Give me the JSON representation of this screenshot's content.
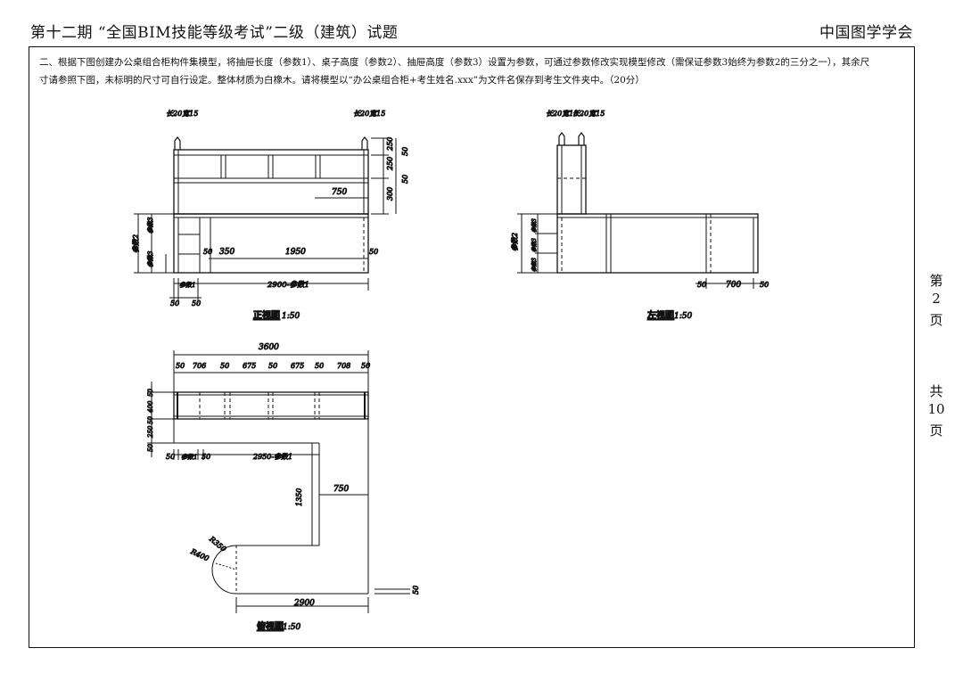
{
  "header": {
    "title": "第十二期 “全国BIM技能等级考试”二级（建筑）试题",
    "organization": "中国图学学会"
  },
  "question": {
    "line1": "二、根据下图创建办公桌组合柜构件集模型，将抽屉长度（参数1）、桌子高度（参数2）、抽屉高度（参数3）设置为参数，可通过参数修改实现模型修改（需保证参数3始终为参数2的三分之一），其余尺",
    "line2": "寸请参照下图，未标明的尺寸可自行设定。整体材质为白橡木。请将模型以“办公桌组合柜+考生姓名.xxx”为文件名保存到考生文件夹中。（20分）"
  },
  "page_info": {
    "page_label": [
      "第",
      "2",
      "页"
    ],
    "total_label": [
      "共",
      "10",
      "页"
    ]
  },
  "views": {
    "front": {
      "caption": "正视图",
      "scale": "1:50",
      "dims": {
        "hinge_left": "长20宽15",
        "hinge_right": "长20宽15",
        "h1": "250",
        "h2": "250",
        "h3": "300",
        "side_50a": "50",
        "side_50b": "50",
        "span_750": "750",
        "d50a": "50",
        "d350": "350",
        "d1950": "1950",
        "d50b": "50",
        "total": "2900-参数1",
        "param1": "参数1",
        "b50a": "50",
        "b50b": "50",
        "param2": "参数2",
        "param3": "参数3",
        "param3b": "参数3"
      }
    },
    "left": {
      "caption": "左视图",
      "scale": "1:50",
      "dims": {
        "hinge": "长20宽15",
        "hinge2": "长20宽15",
        "param2": "参数2",
        "p3a": "参数3",
        "p3b": "参数3",
        "p3c": "参数3",
        "d50a": "50",
        "d700": "700",
        "d50b": "50"
      }
    },
    "top": {
      "caption": "俯视图",
      "scale": "1:50",
      "dims": {
        "total": "3600",
        "t1": "50",
        "t2": "706",
        "t3": "50",
        "t4": "675",
        "t5": "50",
        "t6": "675",
        "t7": "50",
        "t8": "708",
        "t9": "50",
        "v1": "50",
        "v2": "400",
        "v3": "50",
        "v4": "250",
        "v5": "50",
        "m1": "50",
        "m2": "参数1",
        "m3": "50",
        "m4": "2950-参数1",
        "d1350": "1350",
        "d750": "750",
        "r350": "R350",
        "r400": "R400",
        "bottom": "2900",
        "side50": "50"
      }
    }
  }
}
